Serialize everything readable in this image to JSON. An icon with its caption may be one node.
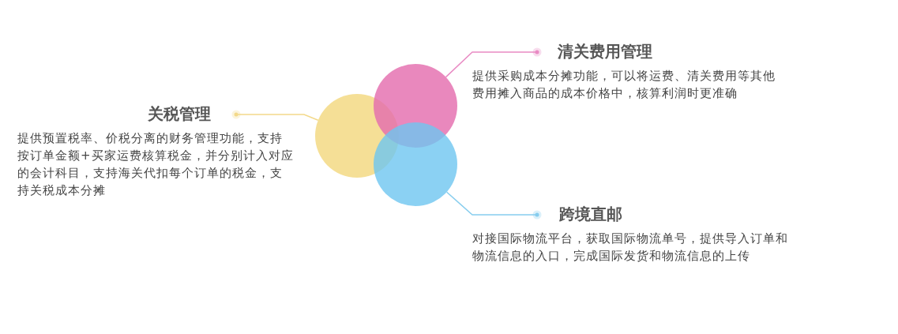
{
  "diagram": {
    "nodes": [
      {
        "text": [
          "关税管理",
          "提供预置税率、价税分离的财务管理功能，支持按订单金额+买家运费核算税金，并分别计入对应的会计科目，支持海关代扣每个订单的税金，支持关税成本分摊"
        ]
      },
      {
        "text": [],
        "shape": "circle"
      },
      {
        "text": [],
        "shape": "circle"
      },
      {
        "text": [],
        "shape": "circle"
      },
      {
        "text": [
          "清关费用管理",
          "提供采购成本分摊功能，可以将运费、清关费用等其他费用摊入商品的成本价格中，核算利润时更准确"
        ]
      },
      {
        "text": [
          "跨境直邮",
          "对接国际物流平台，获取国际物流单号，提供导入订单和物流信息的入口，完成国际发货和物流信息的上传"
        ]
      }
    ],
    "edges": [
      {
        "from": 1,
        "to": 0,
        "arrow": "other",
        "color": "#f3d98a"
      },
      {
        "from": 2,
        "to": 4,
        "arrow": "other",
        "color": "#e98bc4"
      },
      {
        "from": 3,
        "to": 5,
        "arrow": "other",
        "color": "#86cdee"
      }
    ]
  }
}
